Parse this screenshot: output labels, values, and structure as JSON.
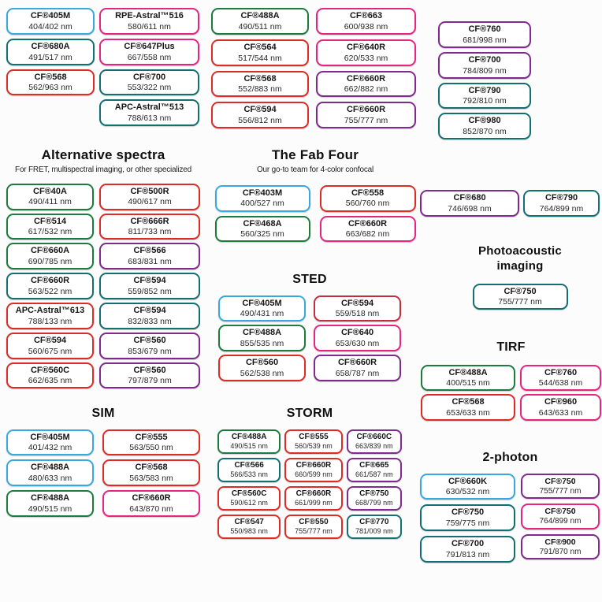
{
  "colors": {
    "blue": "#38A8E0",
    "green": "#1C7C3D",
    "teal": "#146F72",
    "red": "#DD2C25",
    "crimson": "#C02F3C",
    "pink": "#E7247F",
    "purple": "#7F2B8D"
  },
  "headings": {
    "alt_title": "Alternative spectra",
    "alt_subtitle": "For FRET, multispectral imaging, or other specialized",
    "fab_title": "The Fab Four",
    "fab_subtitle": "Our go-to team for 4-color confocal",
    "photo_title": "Photoacoustic imaging",
    "sted_title": "STED",
    "tirf_title": "TIRF",
    "sim_title": "SIM",
    "storm_title": "STORM",
    "twophoton_title": "2-photon"
  },
  "groups": {
    "top_left_a": [
      {
        "name": "CF®405M",
        "range": "404/402 nm",
        "color": "blue"
      },
      {
        "name": "CF®680A",
        "range": "491/517 nm",
        "color": "teal"
      },
      {
        "name": "CF®568",
        "range": "562/963 nm",
        "color": "red"
      }
    ],
    "top_left_b": [
      {
        "name": "RPE-Astral™516",
        "range": "580/611 nm",
        "color": "pink"
      },
      {
        "name": "CF®647Plus",
        "range": "667/558 nm",
        "color": "pink"
      },
      {
        "name": "CF®700",
        "range": "553/322 nm",
        "color": "teal"
      },
      {
        "name": "APC-Astral™513",
        "range": "788/613 nm",
        "color": "teal"
      }
    ],
    "top_mid_a": [
      {
        "name": "CF®488A",
        "range": "490/511 nm",
        "color": "green"
      },
      {
        "name": "CF®564",
        "range": "517/544 nm",
        "color": "red"
      },
      {
        "name": "CF®568",
        "range": "552/883 nm",
        "color": "red"
      },
      {
        "name": "CF®594",
        "range": "556/812 nm",
        "color": "red"
      }
    ],
    "top_mid_b": [
      {
        "name": "CF®663",
        "range": "600/938 nm",
        "color": "pink"
      },
      {
        "name": "CF®640R",
        "range": "620/533 nm",
        "color": "pink"
      },
      {
        "name": "CF®660R",
        "range": "662/882 nm",
        "color": "purple"
      },
      {
        "name": "CF®660R",
        "range": "755/777 nm",
        "color": "purple"
      }
    ],
    "top_right": [
      {
        "name": "CF®760",
        "range": "681/998 nm",
        "color": "purple"
      },
      {
        "name": "CF®700",
        "range": "784/809 nm",
        "color": "purple"
      },
      {
        "name": "CF®790",
        "range": "792/810 nm",
        "color": "teal"
      },
      {
        "name": "CF®980",
        "range": "852/870 nm",
        "color": "teal"
      }
    ],
    "alt_a": [
      {
        "name": "CF®40A",
        "range": "490/411 nm",
        "color": "green"
      },
      {
        "name": "CF®514",
        "range": "617/532 nm",
        "color": "green"
      },
      {
        "name": "CF®660A",
        "range": "690/785 nm",
        "color": "green"
      },
      {
        "name": "CF®660R",
        "range": "563/522 nm",
        "color": "teal"
      },
      {
        "name": "APC-Astral™613",
        "range": "788/133 nm",
        "color": "red"
      },
      {
        "name": "CF®594",
        "range": "560/675 nm",
        "color": "red"
      },
      {
        "name": "CF®560C",
        "range": "662/635 nm",
        "color": "red"
      }
    ],
    "alt_b": [
      {
        "name": "CF®500R",
        "range": "490/617 nm",
        "color": "red"
      },
      {
        "name": "CF®666R",
        "range": "811/733 nm",
        "color": "red"
      },
      {
        "name": "CF®566",
        "range": "683/831 nm",
        "color": "purple"
      },
      {
        "name": "CF®594",
        "range": "559/852 nm",
        "color": "teal"
      },
      {
        "name": "CF®594",
        "range": "832/833 nm",
        "color": "teal"
      },
      {
        "name": "CF®560",
        "range": "853/679 nm",
        "color": "purple"
      },
      {
        "name": "CF®560",
        "range": "797/879 nm",
        "color": "purple"
      }
    ],
    "fab_a": [
      {
        "name": "CF®403M",
        "range": "400/527 nm",
        "color": "blue"
      },
      {
        "name": "CF®468A",
        "range": "560/325 nm",
        "color": "green"
      }
    ],
    "fab_b": [
      {
        "name": "CF®558",
        "range": "560/760 nm",
        "color": "red"
      },
      {
        "name": "CF®660R",
        "range": "663/682 nm",
        "color": "pink"
      }
    ],
    "mid_right_a": [
      {
        "name": "CF®680",
        "range": "746/698 nm",
        "color": "purple"
      }
    ],
    "mid_right_b": [
      {
        "name": "CF®790",
        "range": "764/899 nm",
        "color": "teal"
      }
    ],
    "photo": [
      {
        "name": "CF®750",
        "range": "755/777 nm",
        "color": "teal"
      }
    ],
    "sted_a": [
      {
        "name": "CF®405M",
        "range": "490/431 nm",
        "color": "blue"
      },
      {
        "name": "CF®488A",
        "range": "855/535 nm",
        "color": "green"
      },
      {
        "name": "CF®560",
        "range": "562/538 nm",
        "color": "red"
      }
    ],
    "sted_b": [
      {
        "name": "CF®594",
        "range": "559/518 nm",
        "color": "crimson"
      },
      {
        "name": "CF®640",
        "range": "653/630 nm",
        "color": "pink"
      },
      {
        "name": "CF®660R",
        "range": "658/787 nm",
        "color": "purple"
      }
    ],
    "tirf_a": [
      {
        "name": "CF®488A",
        "range": "400/515 nm",
        "color": "green"
      },
      {
        "name": "CF®568",
        "range": "653/633 nm",
        "color": "red"
      }
    ],
    "tirf_b": [
      {
        "name": "CF®760",
        "range": "544/638 nm",
        "color": "pink"
      },
      {
        "name": "CF®960",
        "range": "643/633 nm",
        "color": "pink"
      }
    ],
    "sim_a": [
      {
        "name": "CF®405M",
        "range": "401/432 nm",
        "color": "blue"
      },
      {
        "name": "CF®488A",
        "range": "480/633 nm",
        "color": "blue"
      },
      {
        "name": "CF®488A",
        "range": "490/515 nm",
        "color": "green"
      }
    ],
    "sim_b": [
      {
        "name": "CF®555",
        "range": "563/550 nm",
        "color": "red"
      },
      {
        "name": "CF®568",
        "range": "563/583 nm",
        "color": "red"
      },
      {
        "name": "CF®660R",
        "range": "643/870 nm",
        "color": "pink"
      }
    ],
    "storm_a": [
      {
        "name": "CF®488A",
        "range": "490/515 nm",
        "color": "green"
      },
      {
        "name": "CF®566",
        "range": "566/533 nm",
        "color": "teal"
      },
      {
        "name": "CF®560C",
        "range": "590/612 nm",
        "color": "red"
      },
      {
        "name": "CF®547",
        "range": "550/983 nm",
        "color": "red"
      }
    ],
    "storm_b": [
      {
        "name": "CF®555",
        "range": "560/539 nm",
        "color": "red"
      },
      {
        "name": "CF®660R",
        "range": "660/599 nm",
        "color": "red"
      },
      {
        "name": "CF®660R",
        "range": "661/999 nm",
        "color": "red"
      },
      {
        "name": "CF®550",
        "range": "755/777 nm",
        "color": "red"
      }
    ],
    "storm_c": [
      {
        "name": "CF®660C",
        "range": "663/839 nm",
        "color": "purple"
      },
      {
        "name": "CF®665",
        "range": "661/587 nm",
        "color": "purple"
      },
      {
        "name": "CF®750",
        "range": "668/799 nm",
        "color": "purple"
      },
      {
        "name": "CF®770",
        "range": "781/009 nm",
        "color": "teal"
      }
    ],
    "twophoton_a": [
      {
        "name": "CF®660K",
        "range": "630/532 nm",
        "color": "blue"
      },
      {
        "name": "CF®750",
        "range": "759/775 nm",
        "color": "teal"
      },
      {
        "name": "CF®700",
        "range": "791/813 nm",
        "color": "teal"
      }
    ],
    "twophoton_b": [
      {
        "name": "CF®750",
        "range": "755/777 nm",
        "color": "purple"
      },
      {
        "name": "CF®750",
        "range": "764/899 nm",
        "color": "pink"
      },
      {
        "name": "CF®900",
        "range": "791/870 nm",
        "color": "purple"
      }
    ]
  }
}
